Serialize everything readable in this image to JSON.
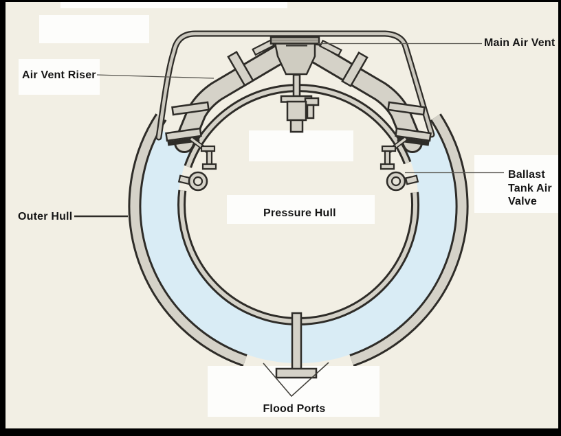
{
  "diagram": {
    "labels": {
      "main_air_vent": "Main Air Vent",
      "air_vent_riser": "Air Vent Riser",
      "outer_hull": "Outer Hull",
      "pressure_hull": "Pressure Hull",
      "ballast_tank_air_valve_lines": [
        "Ballast",
        "Tank Air",
        "Valve"
      ],
      "flood_ports": "Flood Ports"
    },
    "colors": {
      "paper_beige": "#f2efe4",
      "line_dark": "#2e2c28",
      "metal_gray": "#d5d2c8",
      "metal_dark_gray": "#b0ada2",
      "water_blue": "#d9ecf5",
      "label_box_white": "#fdfdfb",
      "text": "#151515",
      "frame_black": "#000000"
    }
  }
}
